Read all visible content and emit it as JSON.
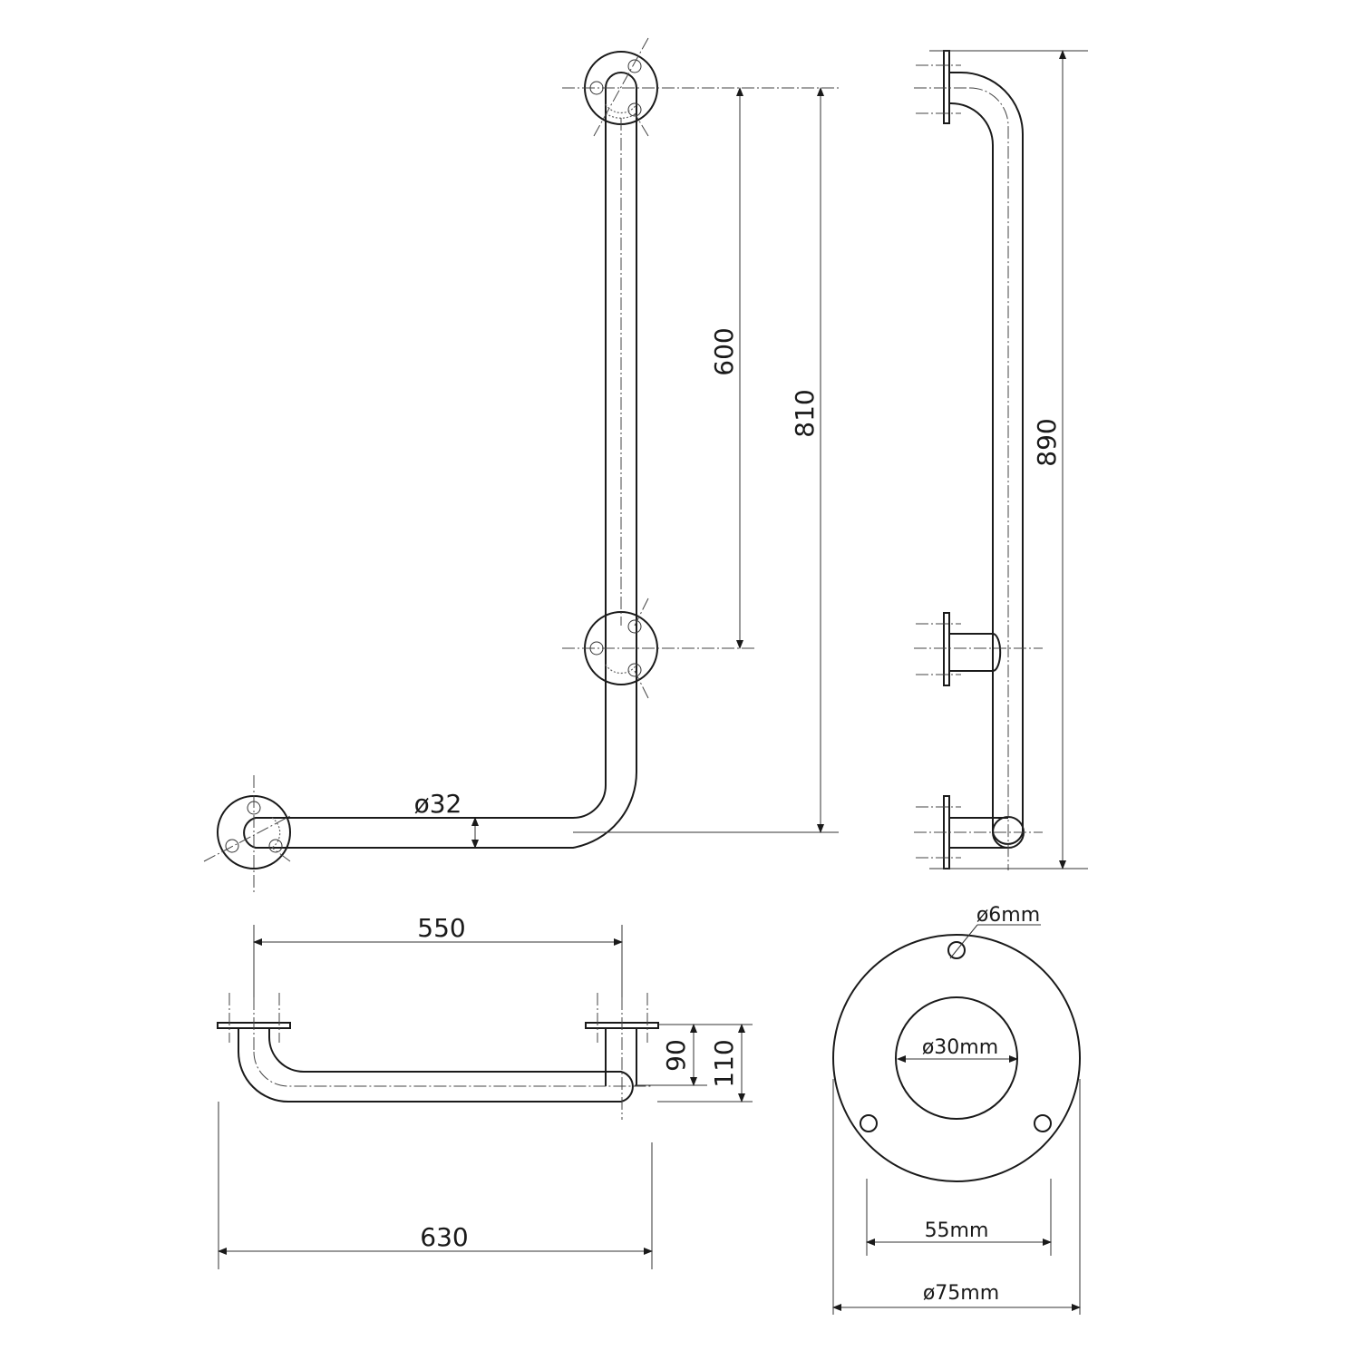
{
  "drawing": {
    "front_view": {
      "dim_600": "600",
      "dim_810": "810",
      "tube_diameter": "ø32"
    },
    "side_view": {
      "dim_890": "890"
    },
    "top_view": {
      "dim_550": "550",
      "dim_630": "630",
      "dim_90": "90",
      "dim_110": "110"
    },
    "flange_detail": {
      "hole_diameter": "ø6mm",
      "bore_diameter": "ø30mm",
      "hole_spacing": "55mm",
      "flange_diameter": "ø75mm"
    }
  }
}
